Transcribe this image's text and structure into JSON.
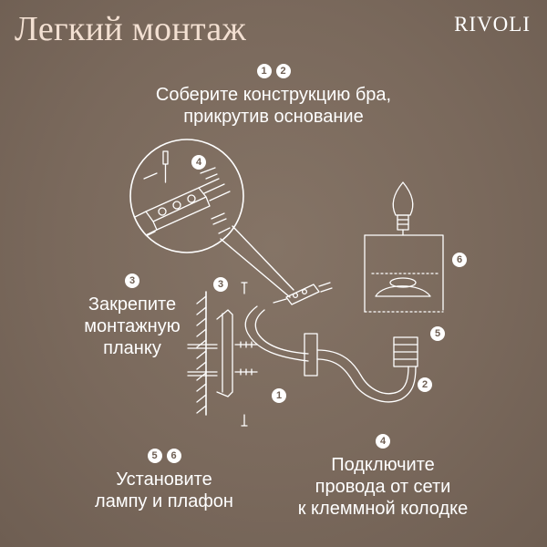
{
  "header": {
    "title": "Легкий монтаж",
    "brand": "RIVOLI"
  },
  "steps": {
    "top": {
      "badges": [
        "1",
        "2"
      ],
      "lines": [
        "Соберите конструкцию бра,",
        "прикрутив основание"
      ]
    },
    "left": {
      "badges": [
        "3"
      ],
      "lines": [
        "Закрепите",
        "монтажную",
        "планку"
      ]
    },
    "bottom_left": {
      "badges": [
        "5",
        "6"
      ],
      "lines": [
        "Установите",
        "лампу и плафон"
      ]
    },
    "bottom_right": {
      "badges": [
        "4"
      ],
      "lines": [
        "Подключите",
        "провода от сети",
        "к клеммной колодке"
      ]
    }
  },
  "diagram_labels": {
    "zoom": "4",
    "mount": "3",
    "base": "1",
    "arm": "2",
    "socket": "5",
    "shade": "6"
  },
  "colors": {
    "background": "#7c6b5e",
    "title": "#f3e0d2",
    "text": "#ffffff",
    "drawing": "#ffffff"
  }
}
